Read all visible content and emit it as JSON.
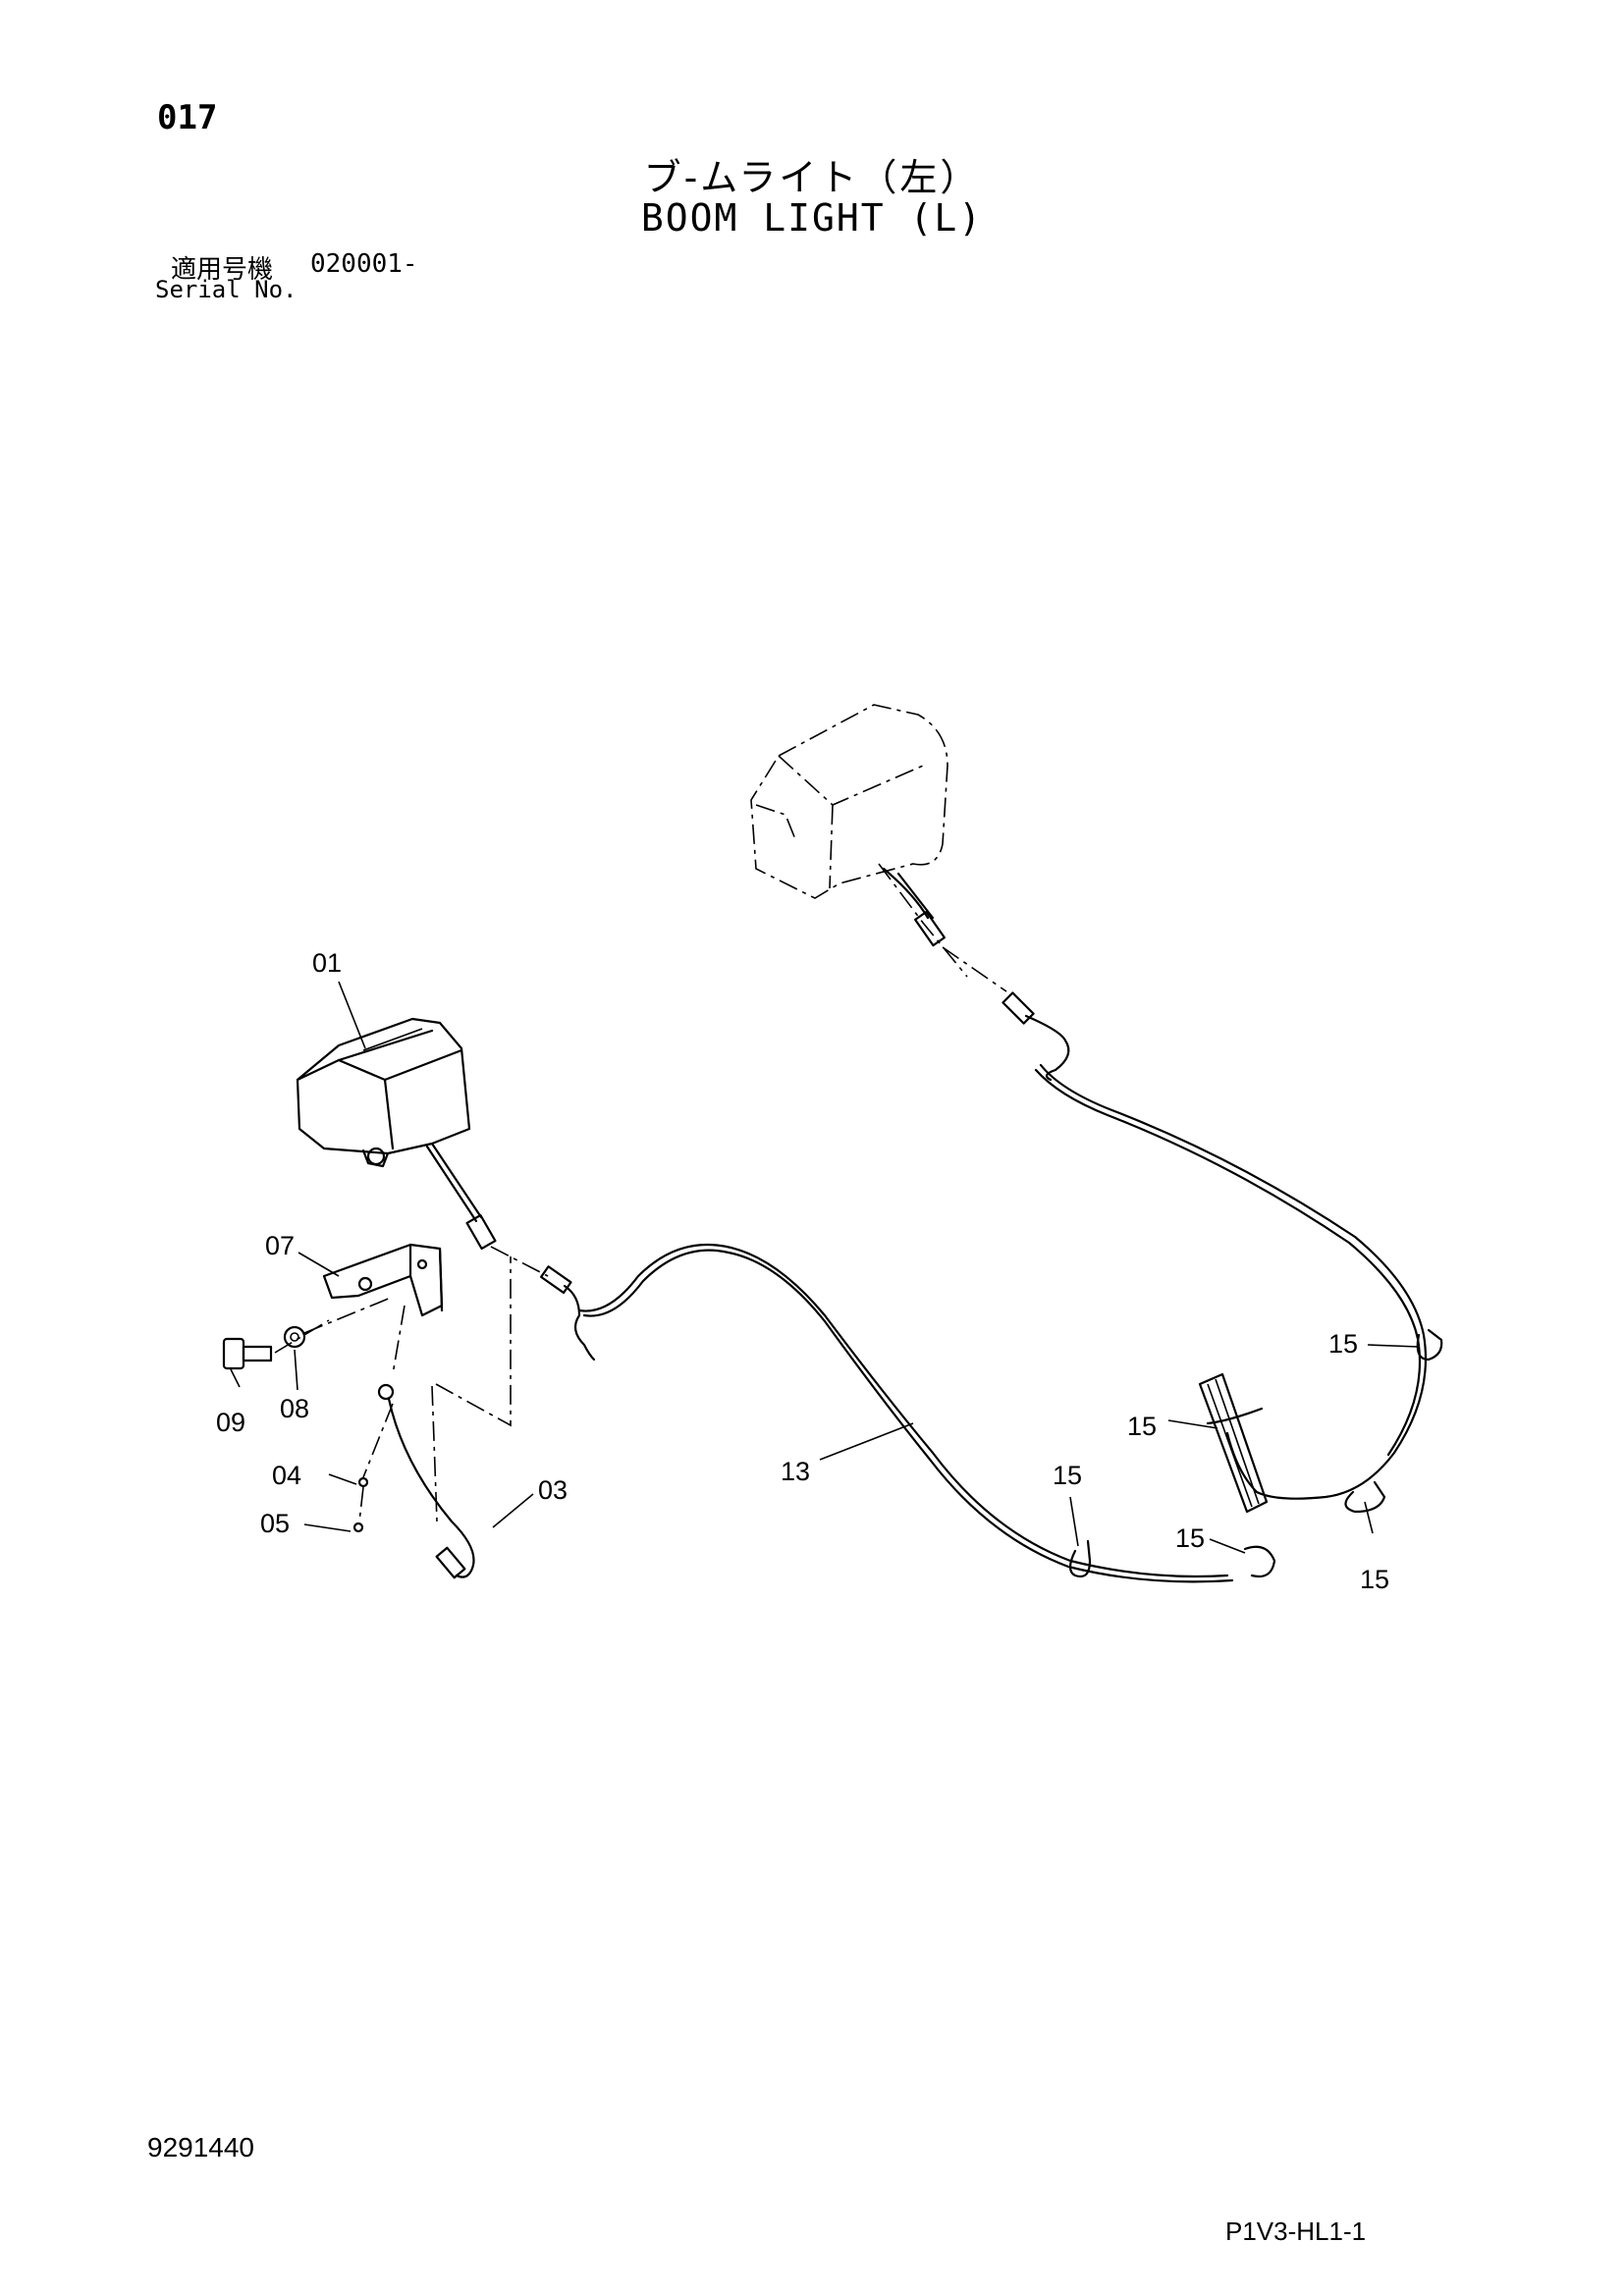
{
  "header": {
    "page_no": "017",
    "title_jp": "ブ-ムライト（左）",
    "title_en": "BOOM LIGHT (L)",
    "serial_label_jp": "適用号機",
    "serial_range": "020001-",
    "serial_label_en": "Serial No."
  },
  "callouts": {
    "c01": "01",
    "c07": "07",
    "c09": "09",
    "c08": "08",
    "c04": "04",
    "c05": "05",
    "c03": "03",
    "c13": "13",
    "c15a": "15",
    "c15b": "15",
    "c15c": "15",
    "c15d": "15",
    "c15e": "15",
    "c15f": "15"
  },
  "footer": {
    "drawing_no": "9291440",
    "page_code": "P1V3-HL1-1"
  }
}
